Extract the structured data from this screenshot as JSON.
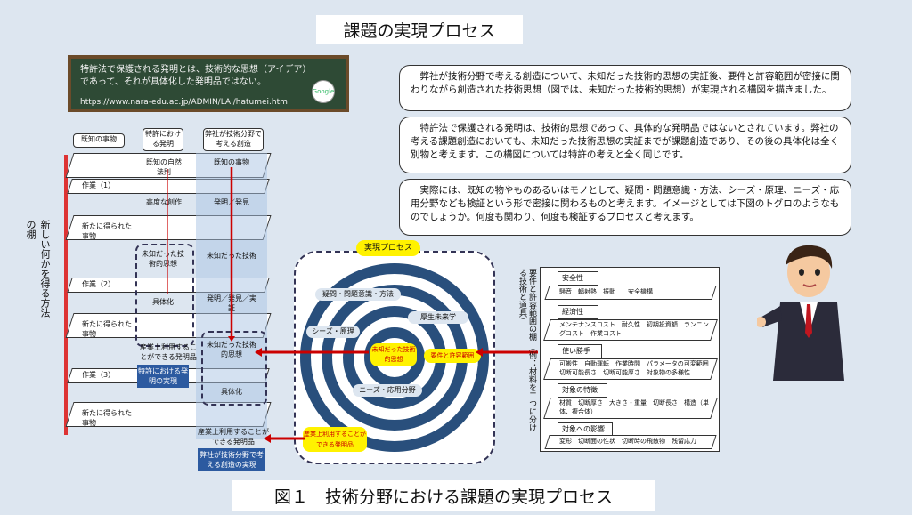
{
  "title": "課題の実現プロセス",
  "board": {
    "line1": "特許法で保護される発明とは、技術的な思想（アイデア）",
    "line2": "であって、それが具体化した発明品ではない。",
    "url": "https://www.nara-edu.ac.jp/ADMIN/LAI/hatumei.htm",
    "logo": "Google"
  },
  "bubbles": [
    "弊社が技術分野で考える創造について、未知だった技術的思想の実証後、要件と許容範囲が密接に関わりながら創造された技術思想（図では、未知だった技術的思想）が実現される構図を描きました。",
    "特許法で保護される発明は、技術的思想であって、具体的な発明品ではないとされています。弊社の考える課題創造においても、未知だった技術思想の実証までが課題創造であり、その後の具体化は全く別物と考えます。この構図については特許の考えと全く同じです。",
    "実際には、既知の物やものあるいはモノとして、疑問・問題意識・方法、シーズ・原理、ニーズ・応用分野なども検証という形で密接に関わるものと考えます。イメージとしては下図のトグロのようなものでしょうか。何度も関わり、何度も検証するプロセスと考えます。"
  ],
  "left": {
    "vertical_label": "新しい何かを得る方法の棚",
    "col_headers": [
      "既知の事物",
      "特許における発明",
      "弊社が技術分野で考える創造"
    ],
    "rows": [
      "作業（1）",
      "新たに得られた事物",
      "作業（2）",
      "新たに得られた事物",
      "作業（3）",
      "新たに得られた事物"
    ],
    "patent_col": [
      "既知の自然法則",
      "高度な創作",
      "未知だった技術的思想",
      "具体化",
      "産業上利用することができる発明品"
    ],
    "company_col": [
      "既知の事物",
      "発明／発見",
      "未知だった技術",
      "発明／発見／実証",
      "未知だった技術的思想",
      "具体化",
      "産業上利用することができる発明品"
    ],
    "patent_result": "特許における発明の実現",
    "company_result": "弊社が技術分野で考える創造の実現"
  },
  "spiral": {
    "title": "実現プロセス",
    "labels": [
      "疑問・問題意識・方法",
      "厚生未来学",
      "シーズ・原理",
      "ニーズ・応用分野"
    ],
    "center": "未知だった技術的思想",
    "right_tag": "要件と許容範囲",
    "bottom_tag": "産業上利用することができる発明品"
  },
  "requirements": {
    "vertical_label": "要件と許容範囲の棚",
    "vertical_sub": "（例：材料を二つに分ける技術と道具）",
    "groups": [
      {
        "title": "安全性",
        "text": "騒音　輻射熱　振動　　安全機構"
      },
      {
        "title": "経済性",
        "text": "メンテナンスコスト　耐久性　初期投資額　ランニングコスト　作業コスト"
      },
      {
        "title": "使い勝手",
        "text": "可搬性　自動運転　作業時間　パラメータの可変範囲　切断可能長さ　切断可能厚さ　対象物の多様性"
      },
      {
        "title": "対象の特徴",
        "text": "材質　切断厚さ　大きさ・重量　切断長さ　構造（単体、複合体）"
      },
      {
        "title": "対象への影響",
        "text": "変形　切断面の性状　切断時の飛散物　残留応力"
      }
    ]
  },
  "caption": "図１　技術分野における課題の実現プロセス"
}
